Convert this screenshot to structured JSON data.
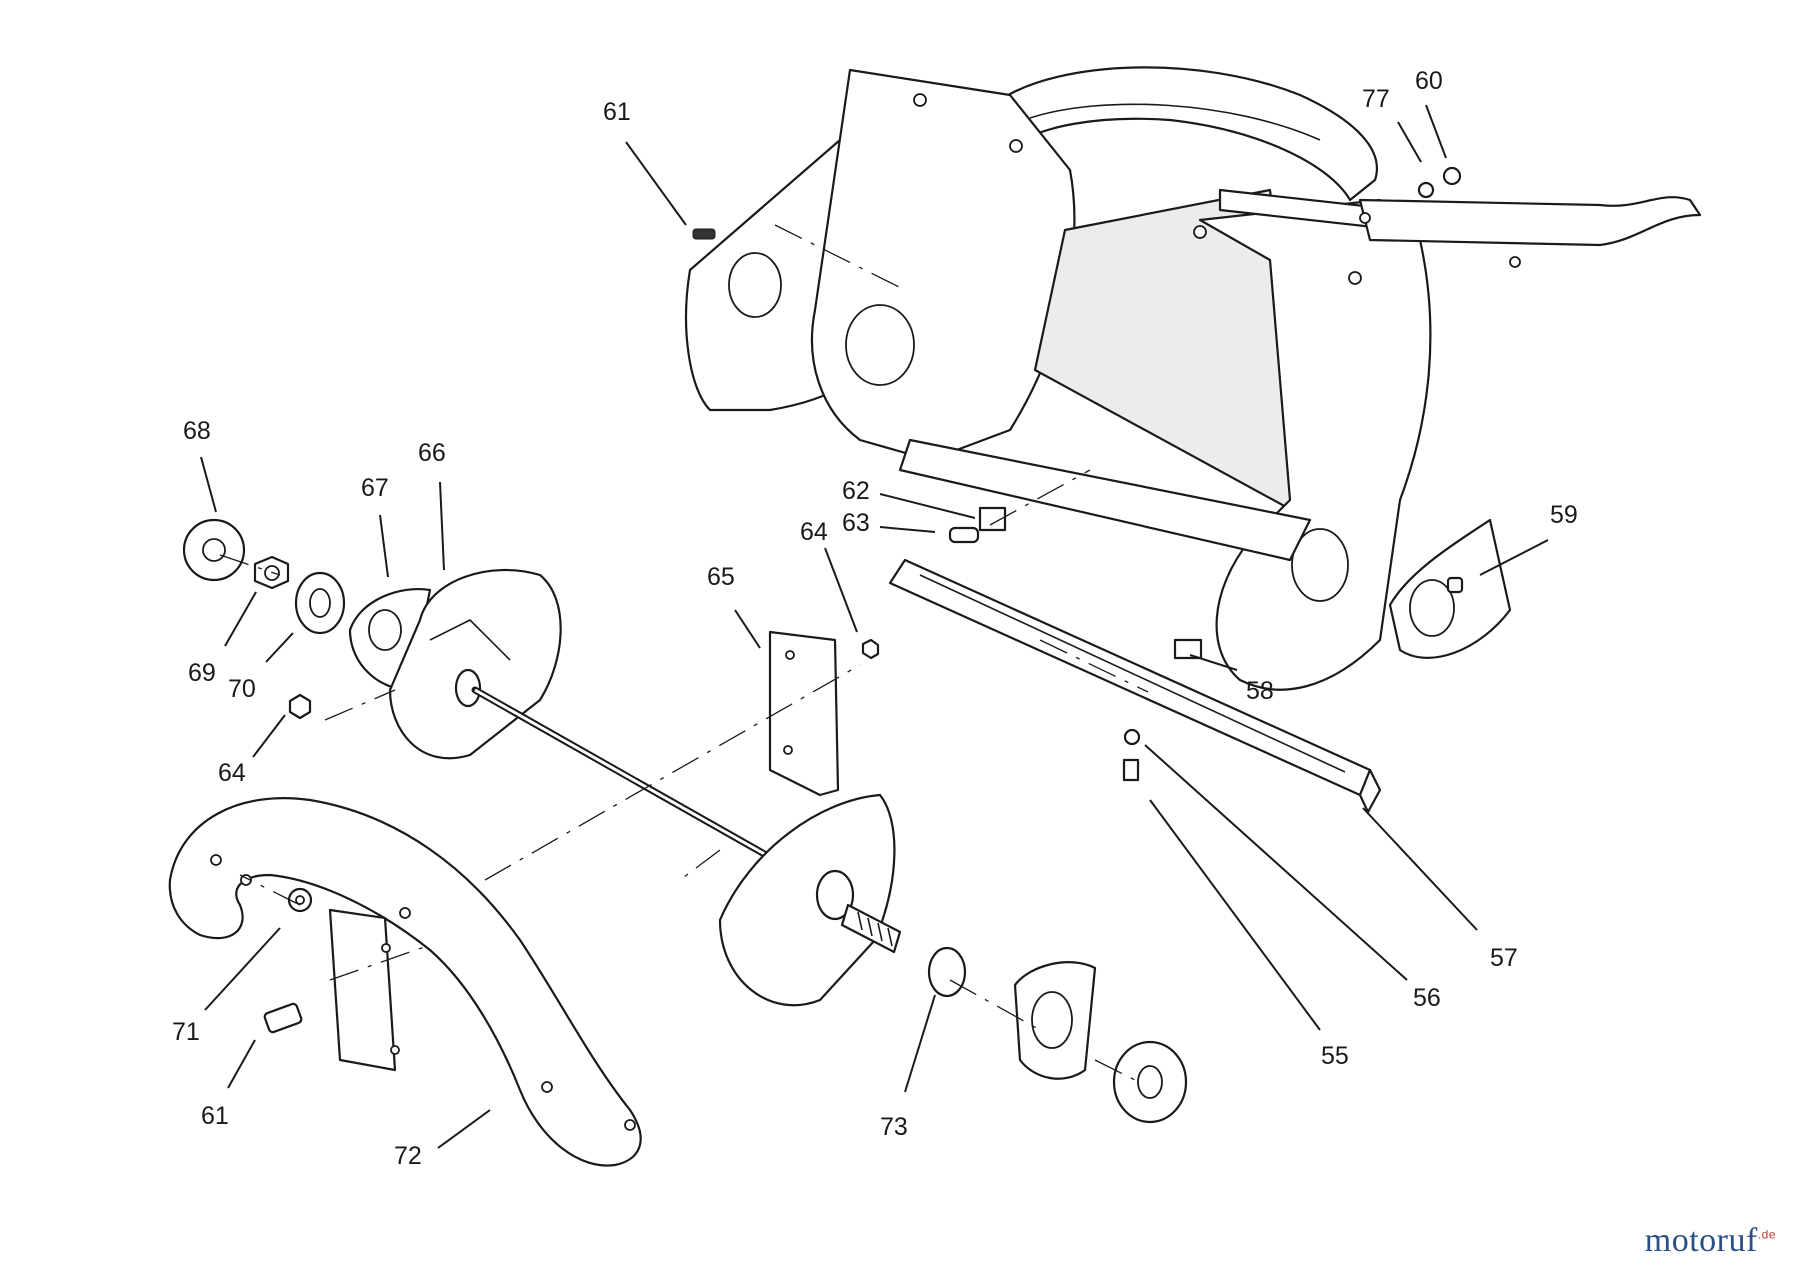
{
  "diagram": {
    "callouts": [
      "61",
      "77",
      "60",
      "68",
      "66",
      "67",
      "62",
      "63",
      "64",
      "65",
      "59",
      "58",
      "69",
      "70",
      "64",
      "71",
      "61",
      "72",
      "73",
      "55",
      "56",
      "57"
    ]
  },
  "brand": {
    "name": "motoruf",
    "suffix": ".de",
    "name_color": "#2a4f86",
    "suffix_color": "#c0392b"
  }
}
